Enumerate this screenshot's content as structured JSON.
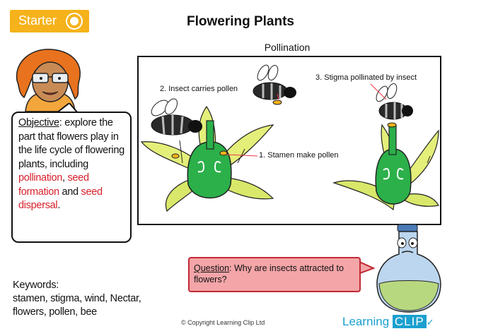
{
  "header": {
    "starter_label": "Starter",
    "title": "Flowering Plants"
  },
  "diagram": {
    "title": "Pollination",
    "labels": {
      "stamen": "1. Stamen make pollen",
      "insect": "2. Insect carries pollen",
      "stigma": "3. Stigma pollinated by insect"
    }
  },
  "objective": {
    "heading": "Objective",
    "text_1": ": explore the part that flowers play in the life cycle of flowering plants, including ",
    "term_pollination": "pollination",
    "sep_1": ", ",
    "term_seed_formation": "seed formation",
    "sep_2": " and ",
    "term_seed_dispersal": "seed dispersal",
    "end": "."
  },
  "question": {
    "heading": "Question",
    "text": ": Why are insects attracted to flowers?"
  },
  "keywords": {
    "heading": "Keywords:",
    "line_1": "stamen, stigma, wind, Nectar,",
    "line_2": "flowers, pollen, bee"
  },
  "footer": {
    "copyright": "© Copyright Learning Clip Ltd",
    "logo_learning": "Learning",
    "logo_clip": "CLIP",
    "logo_check": "✓"
  },
  "colors": {
    "starter": "#f6b21a",
    "keyword_red": "#d7202a",
    "question_bg": "#f3a5a8",
    "logo_blue": "#1aa0cf"
  }
}
